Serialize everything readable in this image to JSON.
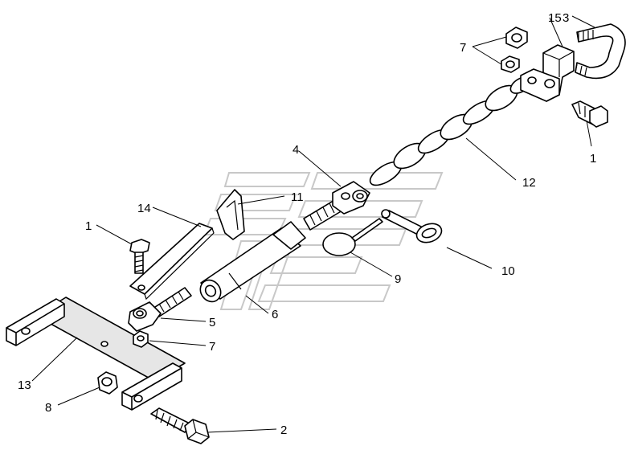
{
  "callouts": {
    "c1_top": "1",
    "c1_left": "1",
    "c2": "2",
    "c3": "3",
    "c4": "4",
    "c5": "5",
    "c6": "6",
    "c7_top": "7",
    "c7_bottom": "7",
    "c8": "8",
    "c9": "9",
    "c10": "10",
    "c11": "11",
    "c12": "12",
    "c13": "13",
    "c14": "14",
    "c15": "15"
  },
  "colors": {
    "line": "#000000",
    "background": "#ffffff",
    "watermark": "#c8c8c8"
  }
}
